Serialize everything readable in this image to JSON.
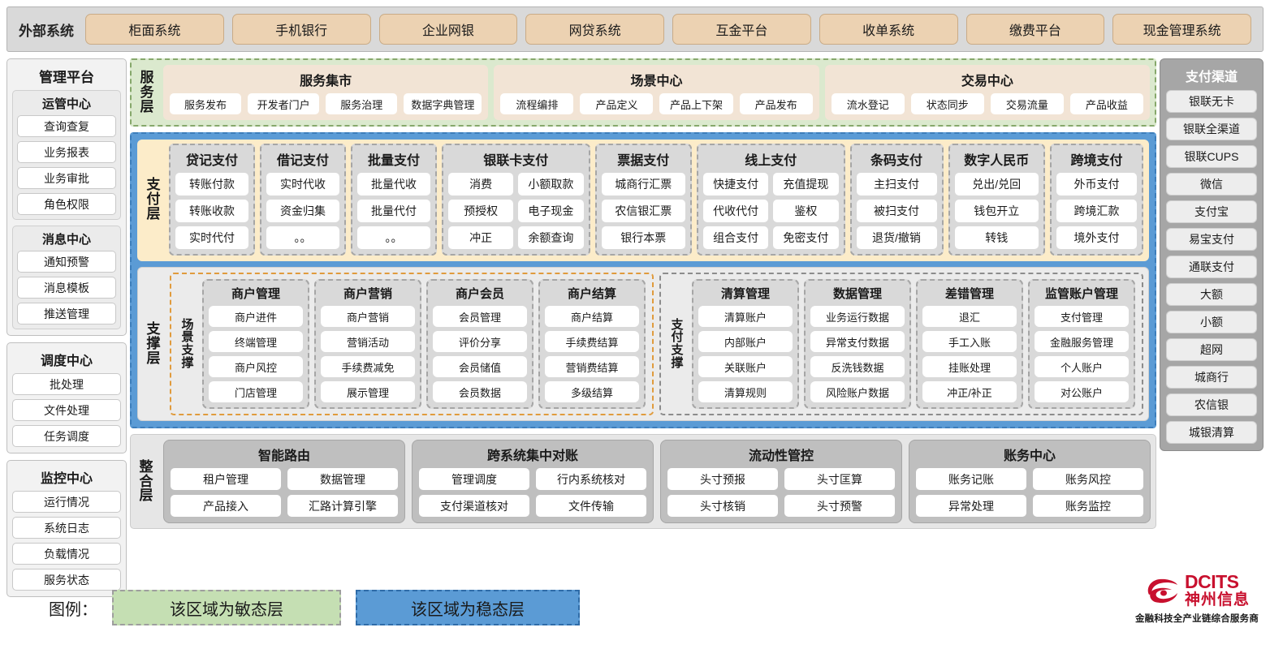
{
  "external_bar": {
    "title": "外部系统",
    "items": [
      "柜面系统",
      "手机银行",
      "企业网银",
      "网贷系统",
      "互金平台",
      "收单系统",
      "缴费平台",
      "现金管理系统"
    ]
  },
  "management_platform": {
    "title": "管理平台",
    "groups": [
      {
        "title": "运管中心",
        "items": [
          "查询查复",
          "业务报表",
          "业务审批",
          "角色权限"
        ]
      },
      {
        "title": "消息中心",
        "items": [
          "通知预警",
          "消息模板",
          "推送管理"
        ]
      }
    ],
    "standalone_groups": [
      {
        "title": "调度中心",
        "items": [
          "批处理",
          "文件处理",
          "任务调度"
        ]
      },
      {
        "title": "监控中心",
        "items": [
          "运行情况",
          "系统日志",
          "负载情况",
          "服务状态"
        ]
      }
    ]
  },
  "service_layer": {
    "label": "服务层",
    "groups": [
      {
        "title": "服务集市",
        "items": [
          "服务发布",
          "开发者门户",
          "服务治理",
          "数据字典管理"
        ]
      },
      {
        "title": "场景中心",
        "items": [
          "流程编排",
          "产品定义",
          "产品上下架",
          "产品发布"
        ]
      },
      {
        "title": "交易中心",
        "items": [
          "流水登记",
          "状态同步",
          "交易流量",
          "产品收益"
        ]
      }
    ]
  },
  "payment_layer": {
    "label": "支付层",
    "groups": [
      {
        "title": "贷记支付",
        "cols": 1,
        "rows": [
          [
            "转账付款"
          ],
          [
            "转账收款"
          ],
          [
            "实时代付"
          ]
        ]
      },
      {
        "title": "借记支付",
        "cols": 1,
        "rows": [
          [
            "实时代收"
          ],
          [
            "资金归集"
          ],
          [
            "。。"
          ]
        ]
      },
      {
        "title": "批量支付",
        "cols": 1,
        "rows": [
          [
            "批量代收"
          ],
          [
            "批量代付"
          ],
          [
            "。。"
          ]
        ]
      },
      {
        "title": "银联卡支付",
        "cols": 2,
        "rows": [
          [
            "消费",
            "小额取款"
          ],
          [
            "预授权",
            "电子现金"
          ],
          [
            "冲正",
            "余额查询"
          ]
        ]
      },
      {
        "title": "票据支付",
        "cols": 1,
        "rows": [
          [
            "城商行汇票"
          ],
          [
            "农信银汇票"
          ],
          [
            "银行本票"
          ]
        ]
      },
      {
        "title": "线上支付",
        "cols": 2,
        "rows": [
          [
            "快捷支付",
            "充值提现"
          ],
          [
            "代收代付",
            "鉴权"
          ],
          [
            "组合支付",
            "免密支付"
          ]
        ]
      },
      {
        "title": "条码支付",
        "cols": 1,
        "rows": [
          [
            "主扫支付"
          ],
          [
            "被扫支付"
          ],
          [
            "退货/撤销"
          ]
        ]
      },
      {
        "title": "数字人民币",
        "cols": 1,
        "rows": [
          [
            "兑出/兑回"
          ],
          [
            "钱包开立"
          ],
          [
            "转钱"
          ]
        ]
      },
      {
        "title": "跨境支付",
        "cols": 1,
        "rows": [
          [
            "外币支付"
          ],
          [
            "跨境汇款"
          ],
          [
            "境外支付"
          ]
        ]
      }
    ]
  },
  "support_layer": {
    "label": "支撑层",
    "scene_support": {
      "label": "场景支撑",
      "groups": [
        {
          "title": "商户管理",
          "items": [
            "商户进件",
            "终端管理",
            "商户风控",
            "门店管理"
          ]
        },
        {
          "title": "商户营销",
          "items": [
            "商户营销",
            "营销活动",
            "手续费减免",
            "展示管理"
          ]
        },
        {
          "title": "商户会员",
          "items": [
            "会员管理",
            "评价分享",
            "会员储值",
            "会员数据"
          ]
        },
        {
          "title": "商户结算",
          "items": [
            "商户结算",
            "手续费结算",
            "营销费结算",
            "多级结算"
          ]
        }
      ]
    },
    "pay_support": {
      "label": "支付支撑",
      "groups": [
        {
          "title": "清算管理",
          "items": [
            "清算账户",
            "内部账户",
            "关联账户",
            "清算规则"
          ]
        },
        {
          "title": "数据管理",
          "items": [
            "业务运行数据",
            "异常支付数据",
            "反洗钱数据",
            "风险账户数据"
          ]
        },
        {
          "title": "差错管理",
          "items": [
            "退汇",
            "手工入账",
            "挂账处理",
            "冲正/补正"
          ]
        },
        {
          "title": "监管账户管理",
          "items": [
            "支付管理",
            "金融服务管理",
            "个人账户",
            "对公账户"
          ]
        }
      ]
    }
  },
  "integration_layer": {
    "label": "整合层",
    "groups": [
      {
        "title": "智能路由",
        "rows": [
          [
            "租户管理",
            "数据管理"
          ],
          [
            "产品接入",
            "汇路计算引擎"
          ]
        ]
      },
      {
        "title": "跨系统集中对账",
        "rows": [
          [
            "管理调度",
            "行内系统核对"
          ],
          [
            "支付渠道核对",
            "文件传输"
          ]
        ]
      },
      {
        "title": "流动性管控",
        "rows": [
          [
            "头寸预报",
            "头寸匡算"
          ],
          [
            "头寸核销",
            "头寸预警"
          ]
        ]
      },
      {
        "title": "账务中心",
        "rows": [
          [
            "账务记账",
            "账务风控"
          ],
          [
            "异常处理",
            "账务监控"
          ]
        ]
      }
    ]
  },
  "payment_channels": {
    "title": "支付渠道",
    "items": [
      "银联无卡",
      "银联全渠道",
      "银联CUPS",
      "微信",
      "支付宝",
      "易宝支付",
      "通联支付",
      "大额",
      "小额",
      "超网",
      "城商行",
      "农信银",
      "城银清算"
    ]
  },
  "legend": {
    "label": "图例：",
    "agile_text": "该区域为敏态层",
    "stable_text": "该区域为稳态层",
    "agile_color": "#c5dfb3",
    "stable_color": "#5b9bd5"
  },
  "logo": {
    "en": "DCITS",
    "cn": "神州信息",
    "tagline": "金融科技全产业链综合服务商",
    "color": "#c8102e"
  }
}
